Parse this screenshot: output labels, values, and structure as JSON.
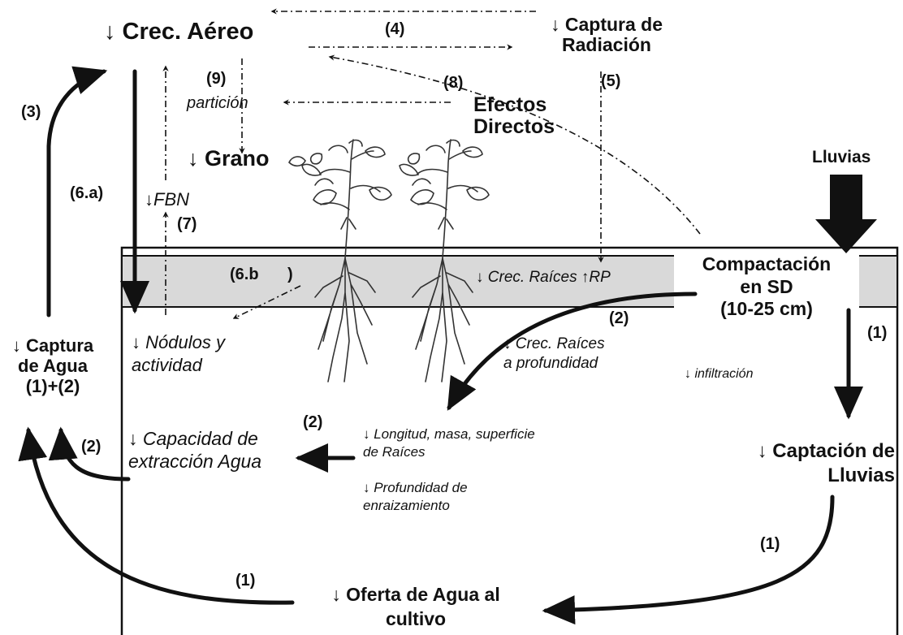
{
  "diagram": {
    "nodes": {
      "crec_aereo": "↓ Crec. Aéreo",
      "captura_radiacion": [
        "↓ Captura de",
        "Radiación"
      ],
      "efectos_directos": [
        "Efectos",
        "Directos"
      ],
      "particion": "partición",
      "grano": "↓ Grano",
      "fbn": "↓FBN",
      "lluvias": "Lluvias",
      "compactacion": [
        "Compactación",
        "en SD",
        "(10-25 cm)"
      ],
      "crec_raices_rp": "↓ Crec. Raíces ↑RP",
      "nodulos": [
        "↓ Nódulos y",
        "actividad"
      ],
      "crec_raices_prof": [
        "↓ Crec. Raíces",
        "a profundidad"
      ],
      "infiltracion": "↓ infiltración",
      "captura_agua": [
        "↓ Captura",
        "de Agua",
        "(1)+(2)"
      ],
      "capacidad_extraccion": [
        "↓ Capacidad de",
        "extracción Agua"
      ],
      "longitud_masa": [
        "↓ Longitud, masa, superficie",
        "de Raíces"
      ],
      "profundidad_enraizamiento": [
        "↓ Profundidad de",
        "enraizamiento"
      ],
      "captacion_lluvias": [
        "↓ Captación de",
        "Lluvias"
      ],
      "oferta_agua": [
        "↓ Oferta de Agua al",
        "cultivo"
      ]
    },
    "path_labels": {
      "p3": "(3)",
      "p4": "(4)",
      "p5": "(5)",
      "p8": "(8)",
      "p9": "(9)",
      "p6a": "(6.a)",
      "p7": "(7)",
      "p6b": "(6.b",
      "p6b_close": ")",
      "p2_top": "(2)",
      "p2_mid": "(2)",
      "p2_left": "(2)",
      "p1_right": "(1)",
      "p1_lower": "(1)",
      "p1_bottom": "(1)"
    },
    "colors": {
      "ink": "#111111",
      "compacted_layer": "#d9d9d9",
      "background": "#ffffff"
    }
  }
}
